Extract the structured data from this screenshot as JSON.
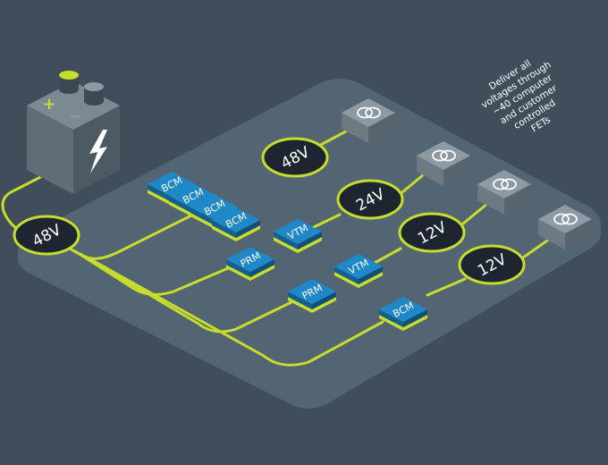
{
  "colors": {
    "background": "#404d5b",
    "platform": "#536572",
    "wire": "#c8dc2d",
    "module_top": "#1f88c9",
    "module_side": "#155f8f",
    "bubble_fill": "#1c2530",
    "load_top": "#8d9aa3",
    "load_left": "#6d7a83",
    "load_right": "#58646d",
    "battery_top": "#7a8993",
    "battery_left": "#5f6d77",
    "battery_right": "#4e5a63",
    "terminal_positive": "#c8dc2d",
    "terminal_negative": "#8d9aa3"
  },
  "battery": {
    "icon": "lightning-bolt-icon",
    "positive_symbol": "+",
    "negative_symbol": "−"
  },
  "annotation": {
    "lines": [
      "Deliver all",
      "voltages through",
      "~40 computer",
      "and customer",
      "controlled",
      "FETs"
    ]
  },
  "voltage_bubbles": [
    {
      "label": "48V"
    },
    {
      "label": "48V"
    },
    {
      "label": "24V"
    },
    {
      "label": "12V"
    },
    {
      "label": "12V"
    }
  ],
  "modules": [
    {
      "label": "BCM"
    },
    {
      "label": "BCM"
    },
    {
      "label": "BCM"
    },
    {
      "label": "BCM"
    },
    {
      "label": "VTM"
    },
    {
      "label": "PRM"
    },
    {
      "label": "VTM"
    },
    {
      "label": "PRM"
    },
    {
      "label": "BCM"
    }
  ],
  "loads": [
    {
      "icon": "fet-load-icon"
    },
    {
      "icon": "fet-load-icon"
    },
    {
      "icon": "fet-load-icon"
    },
    {
      "icon": "fet-load-icon"
    }
  ]
}
